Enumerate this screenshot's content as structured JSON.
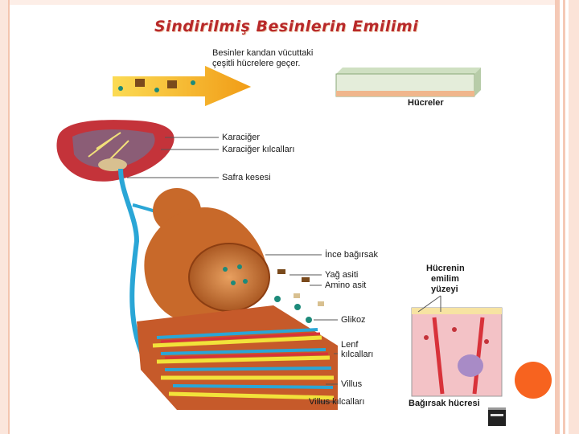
{
  "title": "Sindirilmiş Besinlerin Emilimi",
  "intro_text": [
    "Besinler kandan vücuttaki",
    "çeşitli hücrelere geçer."
  ],
  "labels": {
    "cells": "Hücreler",
    "liver": "Karaciğer",
    "liver_capillaries": "Karaciğer kılcalları",
    "gallbladder": "Safra kesesi",
    "small_intestine": "İnce bağırsak",
    "fatty_acid": "Yağ asiti",
    "amino_acid": "Amino asit",
    "glucose": "Glikoz",
    "lymph_capillaries": [
      "Lenf",
      "kılcalları"
    ],
    "villus": "Villus",
    "villus_capillaries": "Villus kılcalları",
    "cell_absorption_surface": [
      "Hücrenin",
      "emilim",
      "yüzeyi"
    ],
    "intestine_cell": "Bağırsak hücresi"
  },
  "colors": {
    "title": "#b8292a",
    "accent_circle": "#f7631f",
    "intestine": "#c8692a",
    "liver": "#c4333a",
    "vessel_blue": "#2aa6d6",
    "lymph_yellow": "#f2e23a"
  },
  "icons": [
    "arrow-icon",
    "presentation-icon"
  ]
}
